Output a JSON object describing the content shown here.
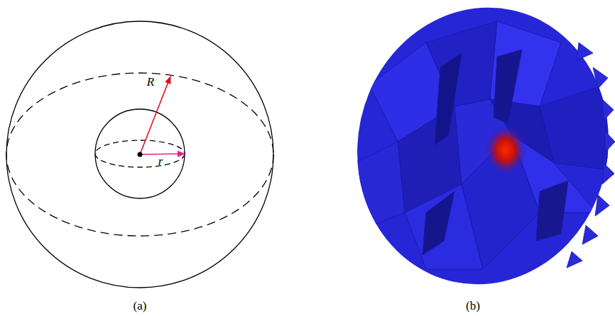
{
  "diagram": {
    "labels": [
      "R",
      "r",
      "(a)",
      "(b)"
    ]
  }
}
